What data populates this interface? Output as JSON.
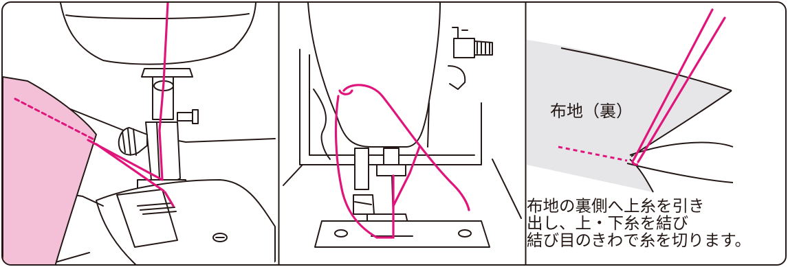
{
  "panels": [
    {
      "id": "panel-1",
      "subject": "presser foot and needle plate with fabric pulled back"
    },
    {
      "id": "panel-2",
      "subject": "needle threading with thread loops around take-up area"
    },
    {
      "id": "panel-3",
      "subject": "fabric underside showing tied thread ends"
    }
  ],
  "fabric_label": "布地（裏）",
  "instructions": [
    "布地の裏側へ上糸を引き",
    "出し、上・下糸を結び",
    "結び目のきわで糸を切ります。"
  ],
  "colors": {
    "thread": "#e0157c",
    "fabric_pink": "#f3c0d8",
    "fabric_gray": "#e6e6e8",
    "line": "#231815"
  }
}
